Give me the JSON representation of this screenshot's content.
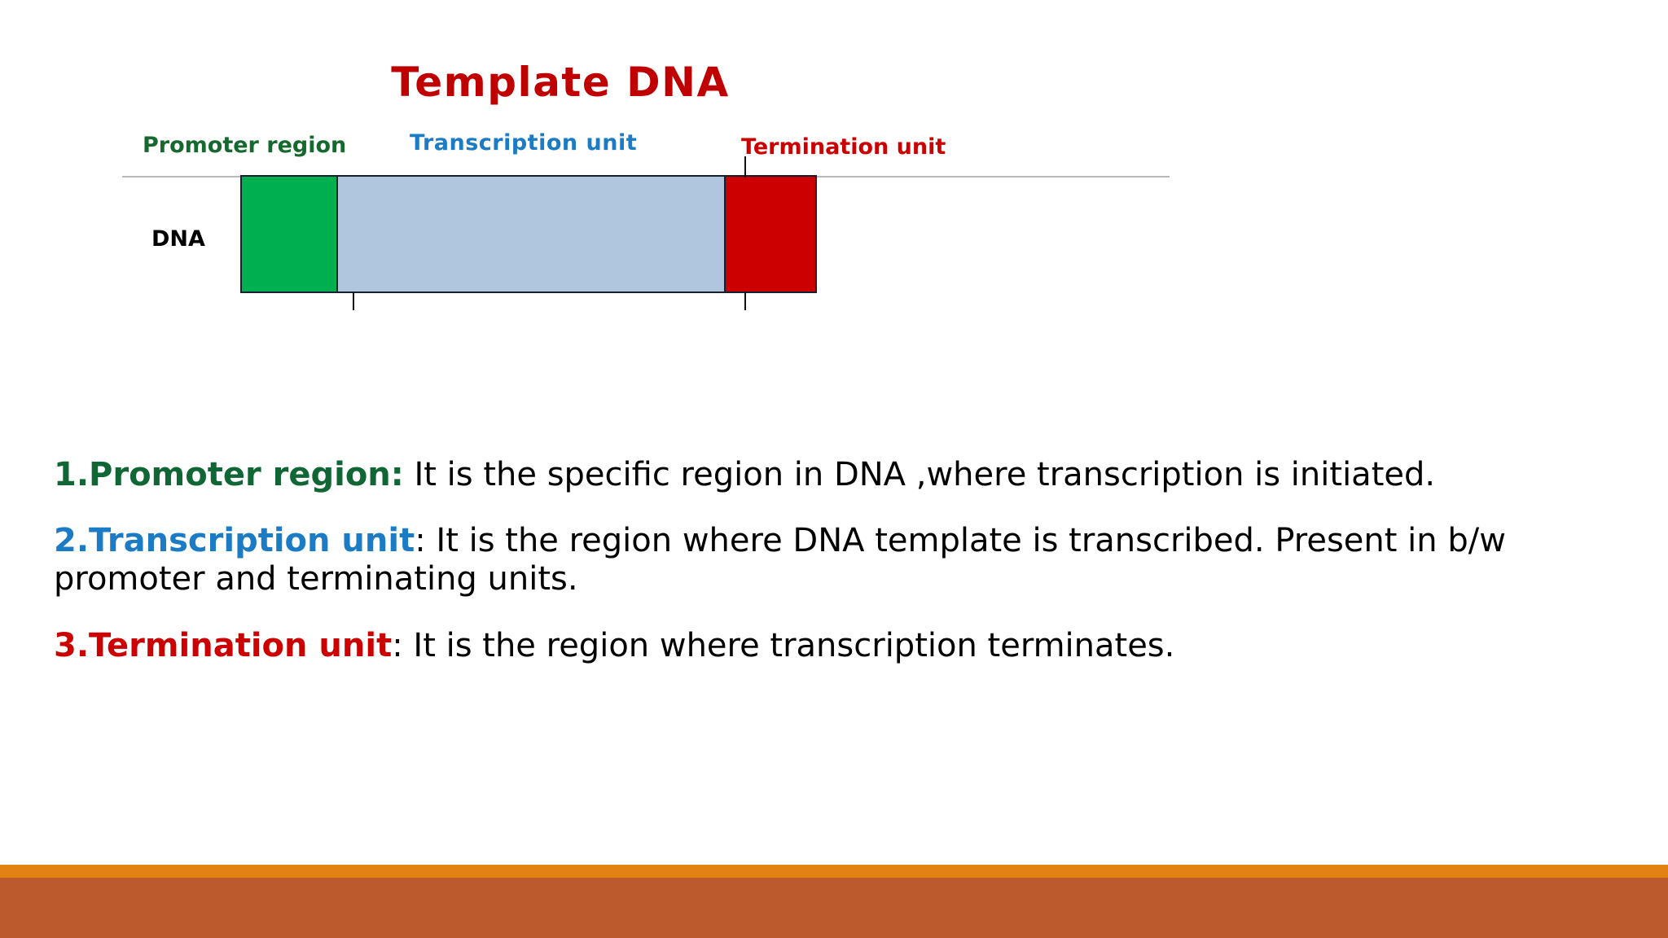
{
  "slide": {
    "title": "Template DNA",
    "title_color": "#C00000",
    "background": "#FFFFFF"
  },
  "diagram": {
    "dna_label": "DNA",
    "labels": [
      {
        "text": "Promoter region",
        "color": "#16682F"
      },
      {
        "text": "Transcription unit",
        "color": "#1B7BC4"
      },
      {
        "text": "Termination unit",
        "color": "#CC0000"
      }
    ],
    "segments": [
      {
        "name": "promoter region",
        "color": "#00B050"
      },
      {
        "name": "transcription unit",
        "color": "#AFC6DE"
      },
      {
        "name": "termination unit",
        "color": "#CC0000"
      }
    ]
  },
  "body": {
    "items": [
      {
        "lead": "1.Promoter region:",
        "lead_color": "#116635",
        "text": " It is the specific region in DNA ,where transcription is initiated."
      },
      {
        "lead": "2.Transcription unit",
        "lead_color": "#1B7BC4",
        "text": ": It is the region where DNA template is transcribed. Present in b/w promoter and terminating units."
      },
      {
        "lead": "3.Termination unit",
        "lead_color": "#CC0000",
        "text": ": It is the region where transcription terminates."
      }
    ]
  },
  "footer": {
    "band_top_color": "#E28213",
    "band_bottom_color": "#BC5A2E"
  }
}
